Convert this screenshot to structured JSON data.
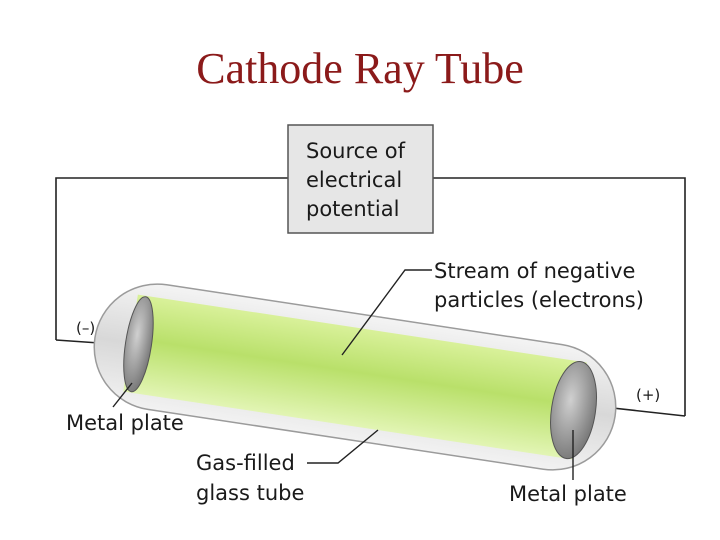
{
  "title": "Cathode Ray Tube",
  "labels": {
    "source_line1": "Source of",
    "source_line2": "electrical",
    "source_line3": "potential",
    "stream_line1": "Stream of negative",
    "stream_line2": "particles (electrons)",
    "negative": "(–)",
    "positive": "(+)",
    "metal_plate_left": "Metal plate",
    "metal_plate_right": "Metal plate",
    "gas_line1": "Gas-filled",
    "gas_line2": "glass tube"
  },
  "colors": {
    "title": "#8b1a1a",
    "beam": "#c6ea7a",
    "glass": "#e4e4e4",
    "plate": "#9a9a9a"
  }
}
